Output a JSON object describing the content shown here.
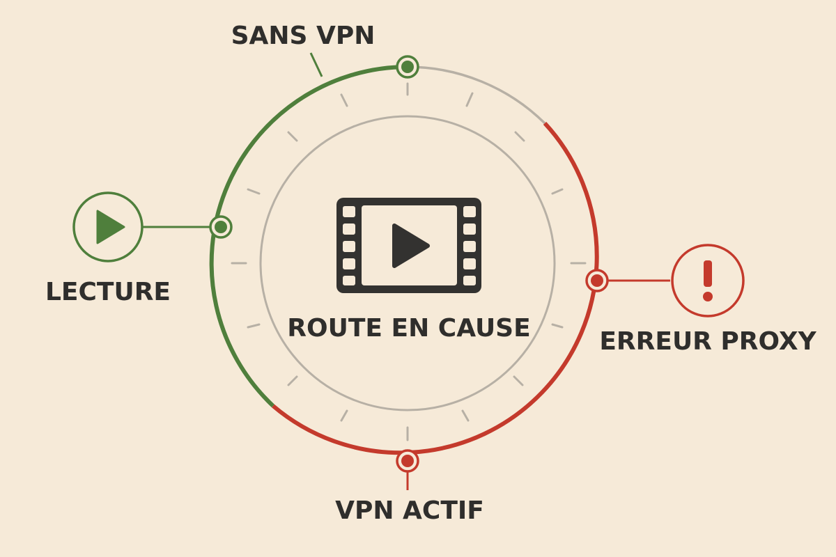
{
  "colors": {
    "background": "#f6ead8",
    "ok": "#4f7f3c",
    "error": "#c43a2c",
    "neutral": "#b7b0a5",
    "ink": "#2f2e2c"
  },
  "center": {
    "icon": "film-play-icon",
    "label": "ROUTE EN CAUSE"
  },
  "nodes": {
    "lecture": {
      "label": "LECTURE",
      "icon": "play-circle-icon",
      "status": "ok"
    },
    "sans_vpn": {
      "label": "SANS VPN",
      "status": "ok"
    },
    "erreur_proxy": {
      "label": "ERREUR PROXY",
      "icon": "alert-circle-icon",
      "status": "error"
    },
    "vpn_actif": {
      "label": "VPN ACTIF",
      "status": "error"
    }
  }
}
